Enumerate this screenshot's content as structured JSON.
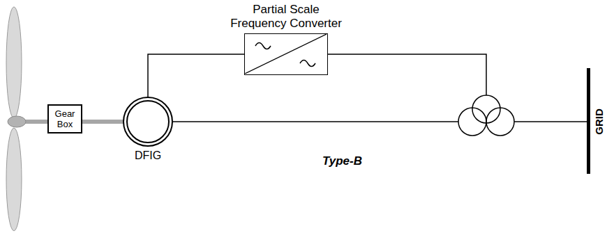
{
  "diagram": {
    "nodes": [
      {
        "text": [
          "Gear Box"
        ]
      },
      {
        "text": [
          "DFIG"
        ]
      },
      {
        "text": [
          "Partial Scale Frequency Converter"
        ]
      }
    ],
    "edges": [
      {
        "from": 0,
        "to": 1,
        "arrow": "none"
      },
      {
        "from": 1,
        "to": 2,
        "arrow": "none"
      }
    ],
    "labels": [
      "Type-B",
      "GRID"
    ]
  }
}
